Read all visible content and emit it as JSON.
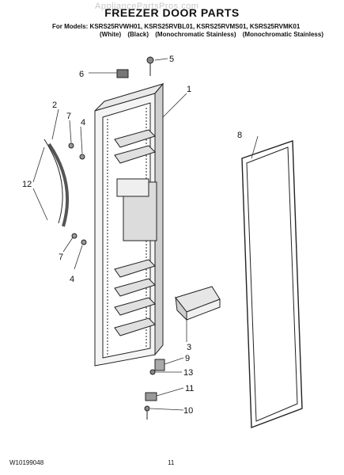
{
  "header": {
    "watermark": "AppliancePartsPros.com",
    "title": "FREEZER DOOR PARTS",
    "models_line": "For Models: KSRS25RVWH01, KSRS25RVBL01, KSRS25RVMS01, KSRS25RVMK01",
    "variants": [
      "(White)",
      "(Black)",
      "(Monochromatic Stainless)",
      "(Monochromatic Stainless)"
    ]
  },
  "callouts": {
    "c1": "1",
    "c2": "2",
    "c3": "3",
    "c4a": "4",
    "c4b": "4",
    "c5": "5",
    "c6": "6",
    "c7a": "7",
    "c7b": "7",
    "c8": "8",
    "c9": "9",
    "c10": "10",
    "c11": "11",
    "c12": "12",
    "c13": "13"
  },
  "footer": {
    "doc_id": "W10199048",
    "page": "11"
  }
}
